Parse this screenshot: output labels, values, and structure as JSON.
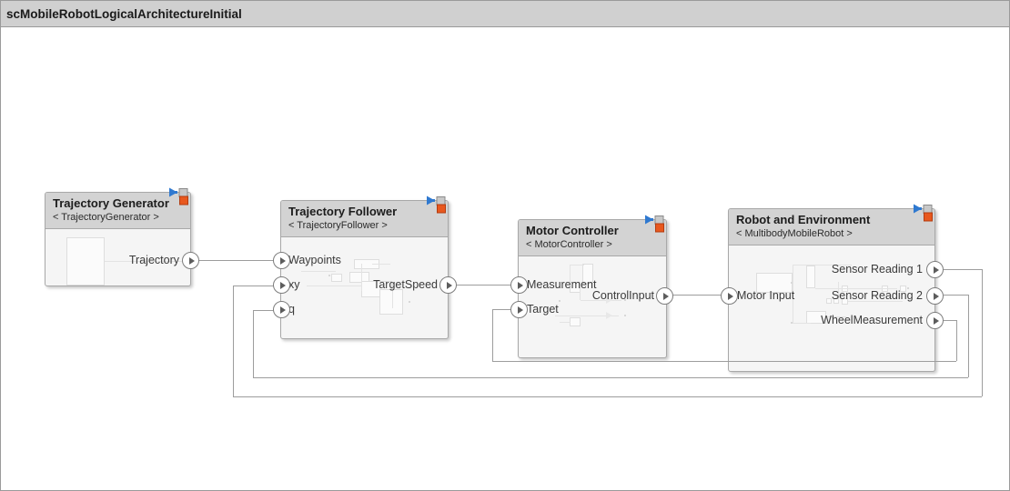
{
  "window": {
    "title": "scMobileRobotLogicalArchitectureInitial"
  },
  "canvas": {
    "background": "#ffffff",
    "wire_color": "#9d9d9d",
    "block_header_color": "#d3d3d3",
    "block_body_color": "#f5f5f5",
    "block_border_color": "#a8a8a8"
  },
  "blocks": [
    {
      "id": "trajectory-generator",
      "name": "Trajectory Generator",
      "stereotype": "< TrajectoryGenerator >",
      "badge": "component-port-badge",
      "inputs": [],
      "outputs": [
        {
          "name": "Trajectory"
        }
      ]
    },
    {
      "id": "trajectory-follower",
      "name": "Trajectory Follower",
      "stereotype": "< TrajectoryFollower >",
      "badge": "component-port-badge",
      "inputs": [
        {
          "name": "Waypoints"
        },
        {
          "name": "xy"
        },
        {
          "name": "q"
        }
      ],
      "outputs": [
        {
          "name": "TargetSpeed"
        }
      ]
    },
    {
      "id": "motor-controller",
      "name": "Motor Controller",
      "stereotype": "< MotorController >",
      "badge": "component-port-badge",
      "inputs": [
        {
          "name": "Measurement"
        },
        {
          "name": "Target"
        }
      ],
      "outputs": [
        {
          "name": "ControlInput"
        }
      ]
    },
    {
      "id": "robot-and-environment",
      "name": "Robot and Environment",
      "stereotype": "< MultibodyMobileRobot >",
      "badge": "component-port-badge",
      "inputs": [
        {
          "name": "Motor Input"
        }
      ],
      "outputs": [
        {
          "name": "Sensor Reading 1"
        },
        {
          "name": "Sensor Reading 2"
        },
        {
          "name": "WheelMeasurement"
        }
      ]
    }
  ],
  "connections": [
    {
      "from": "Trajectory",
      "to": "Waypoints"
    },
    {
      "from": "TargetSpeed",
      "to": "Measurement"
    },
    {
      "from": "ControlInput",
      "to": "Motor Input"
    },
    {
      "from": "Sensor Reading 1",
      "to": "xy"
    },
    {
      "from": "Sensor Reading 2",
      "to": "q"
    },
    {
      "from": "WheelMeasurement",
      "to": "Target"
    }
  ]
}
